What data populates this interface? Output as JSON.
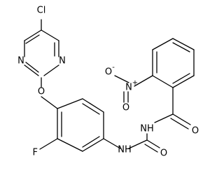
{
  "structure": {
    "atom_labels": {
      "cl": "Cl",
      "n_pyrimidine_1": "N",
      "n_pyrimidine_2": "N",
      "o_ether": "O",
      "f": "F",
      "nh_amide": "NH",
      "nh_aniline": "NH",
      "o_urea": "O",
      "o_benzoyl": "O",
      "n_nitro": "N",
      "n_nitro_charge": "+",
      "o_nitro_1": "O",
      "o_nitro_1_charge": "-",
      "o_nitro_2": "O"
    }
  }
}
